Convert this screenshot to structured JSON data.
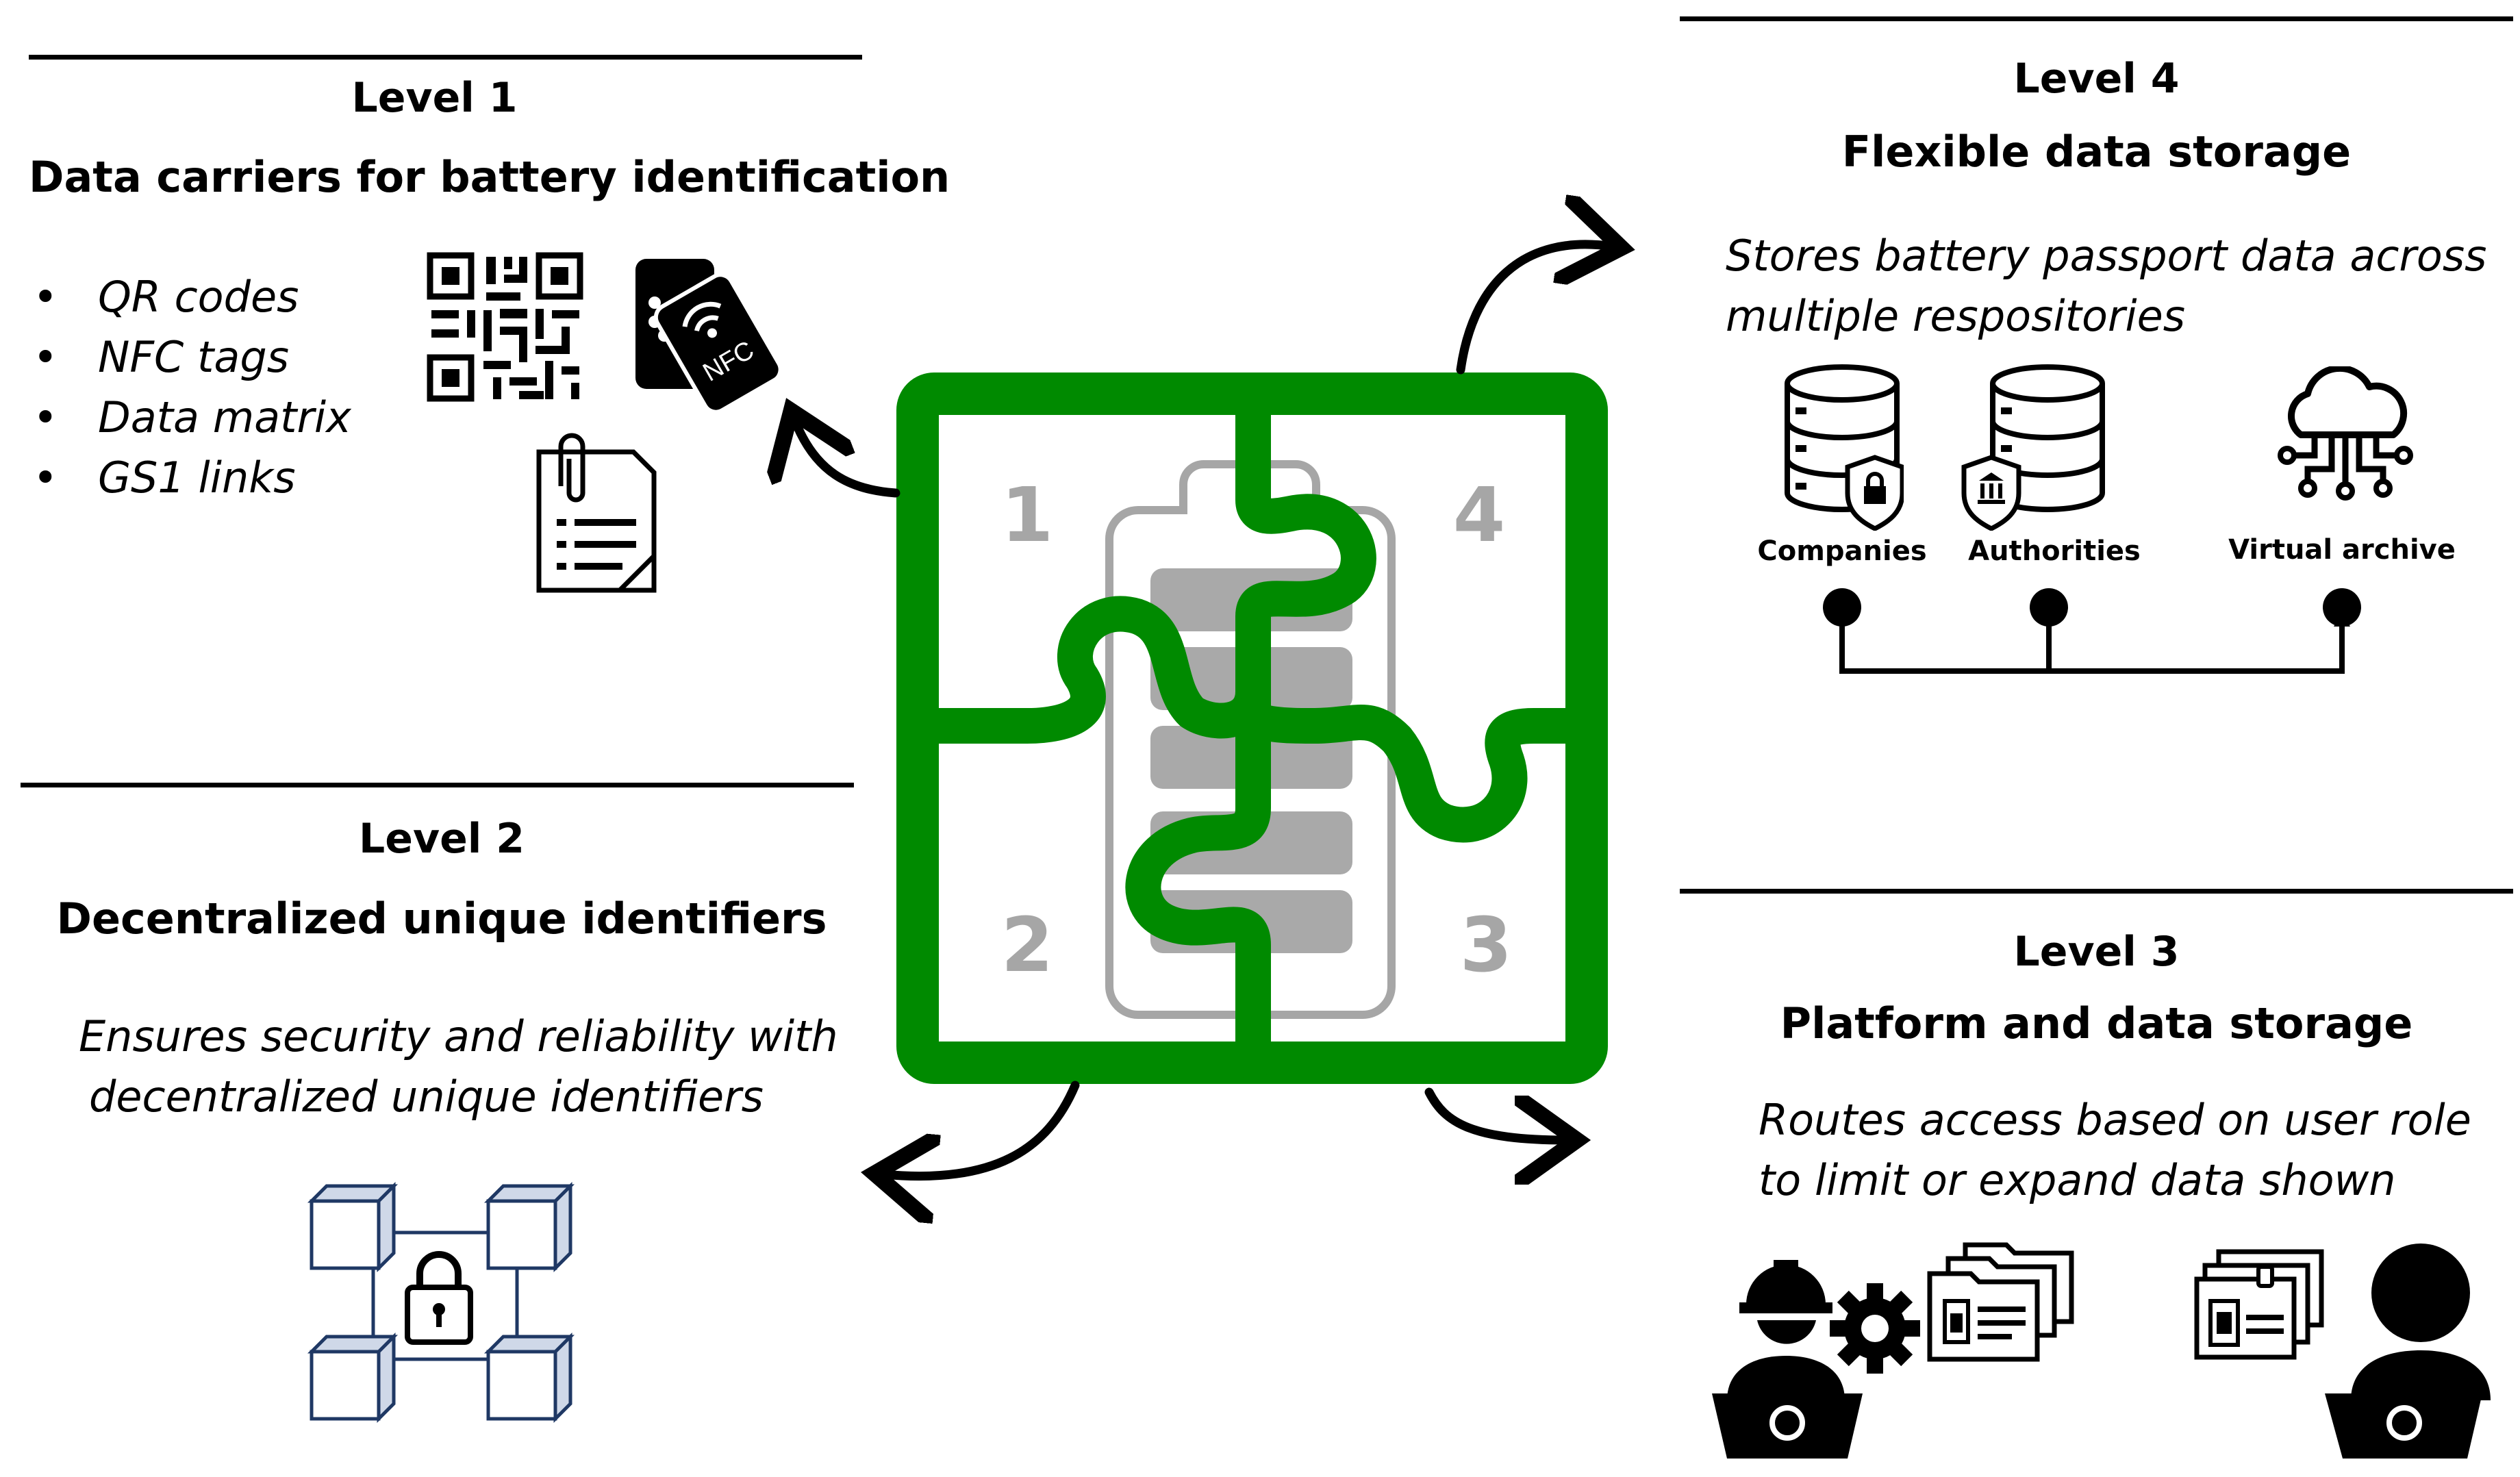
{
  "level1": {
    "level_label": "Level 1",
    "title": "Data carriers for battery identification",
    "items": [
      "QR codes",
      "NFC tags",
      "Data matrix",
      "GS1 links"
    ],
    "nfc_label": "NFC"
  },
  "level2": {
    "level_label": "Level 2",
    "title": "Decentralized unique identifiers",
    "description_lines": [
      "Ensures security and reliability with",
      "decentralized unique identifiers"
    ]
  },
  "level3": {
    "level_label": "Level 3",
    "title": "Platform and data storage",
    "description_lines": [
      "Routes access based on user role",
      "to limit or expand data shown"
    ]
  },
  "level4": {
    "level_label": "Level 4",
    "title": "Flexible data storage",
    "description_lines": [
      "Stores battery passport data across",
      "multiple respositories"
    ],
    "repositories": [
      "Companies",
      "Authorities",
      "Virtual archive"
    ]
  },
  "puzzle": {
    "numbers": [
      "1",
      "2",
      "3",
      "4"
    ],
    "colors": {
      "frame": "#008a00",
      "battery": "#a6a6a6",
      "cells": "#a9a9a9",
      "numbers": "#a6a6a6",
      "icons": "#1f3864"
    }
  }
}
